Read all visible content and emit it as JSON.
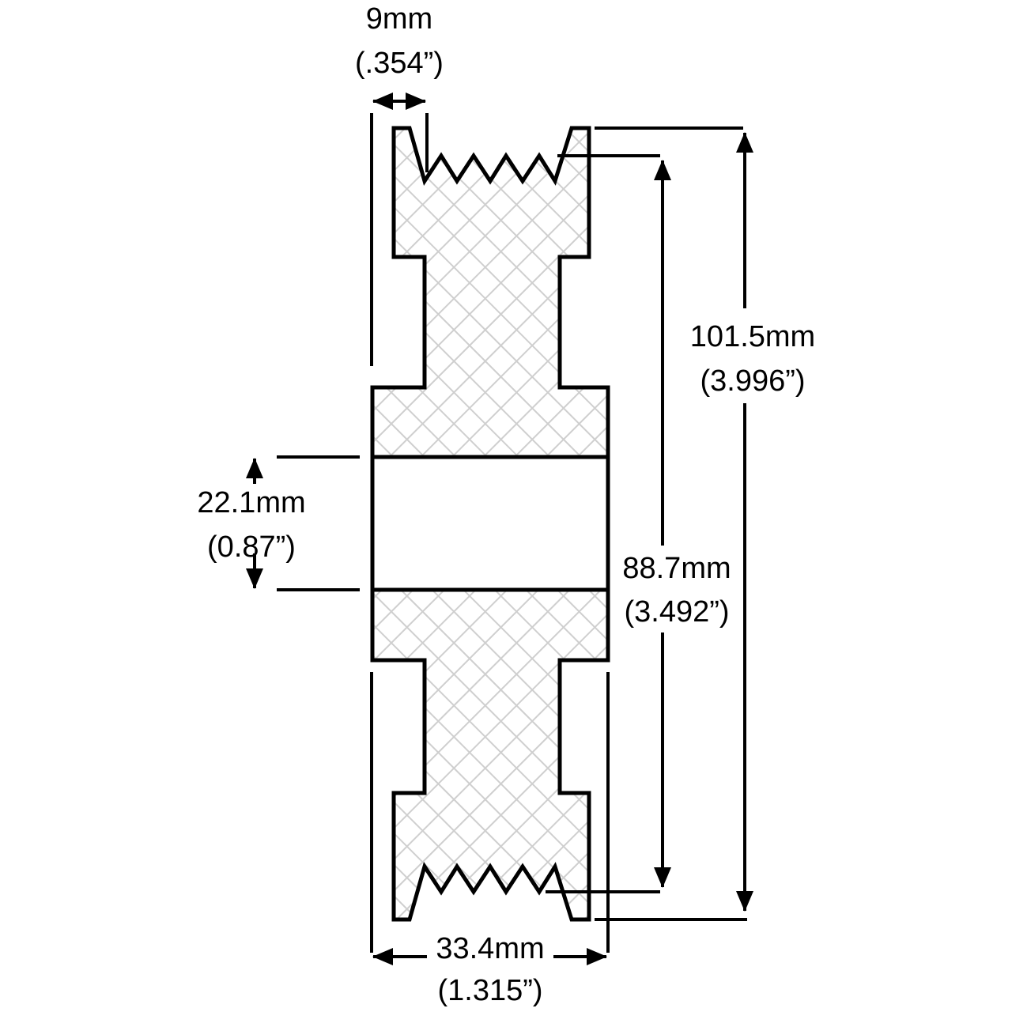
{
  "title": "Pulley dimension drawing",
  "colors": {
    "line": "#000000",
    "hatch": "#cfcfcf",
    "background": "#ffffff"
  },
  "dimensions": {
    "groove_pitch": {
      "metric": "9mm",
      "imperial": "(.354”)"
    },
    "outer_diameter": {
      "metric": "101.5mm",
      "imperial": "(3.996”)"
    },
    "effective_diameter": {
      "metric": "88.7mm",
      "imperial": "(3.492”)"
    },
    "bore_diameter": {
      "metric": "22.1mm",
      "imperial": "(0.87”)"
    },
    "overall_width": {
      "metric": "33.4mm",
      "imperial": "(1.315”)"
    }
  }
}
